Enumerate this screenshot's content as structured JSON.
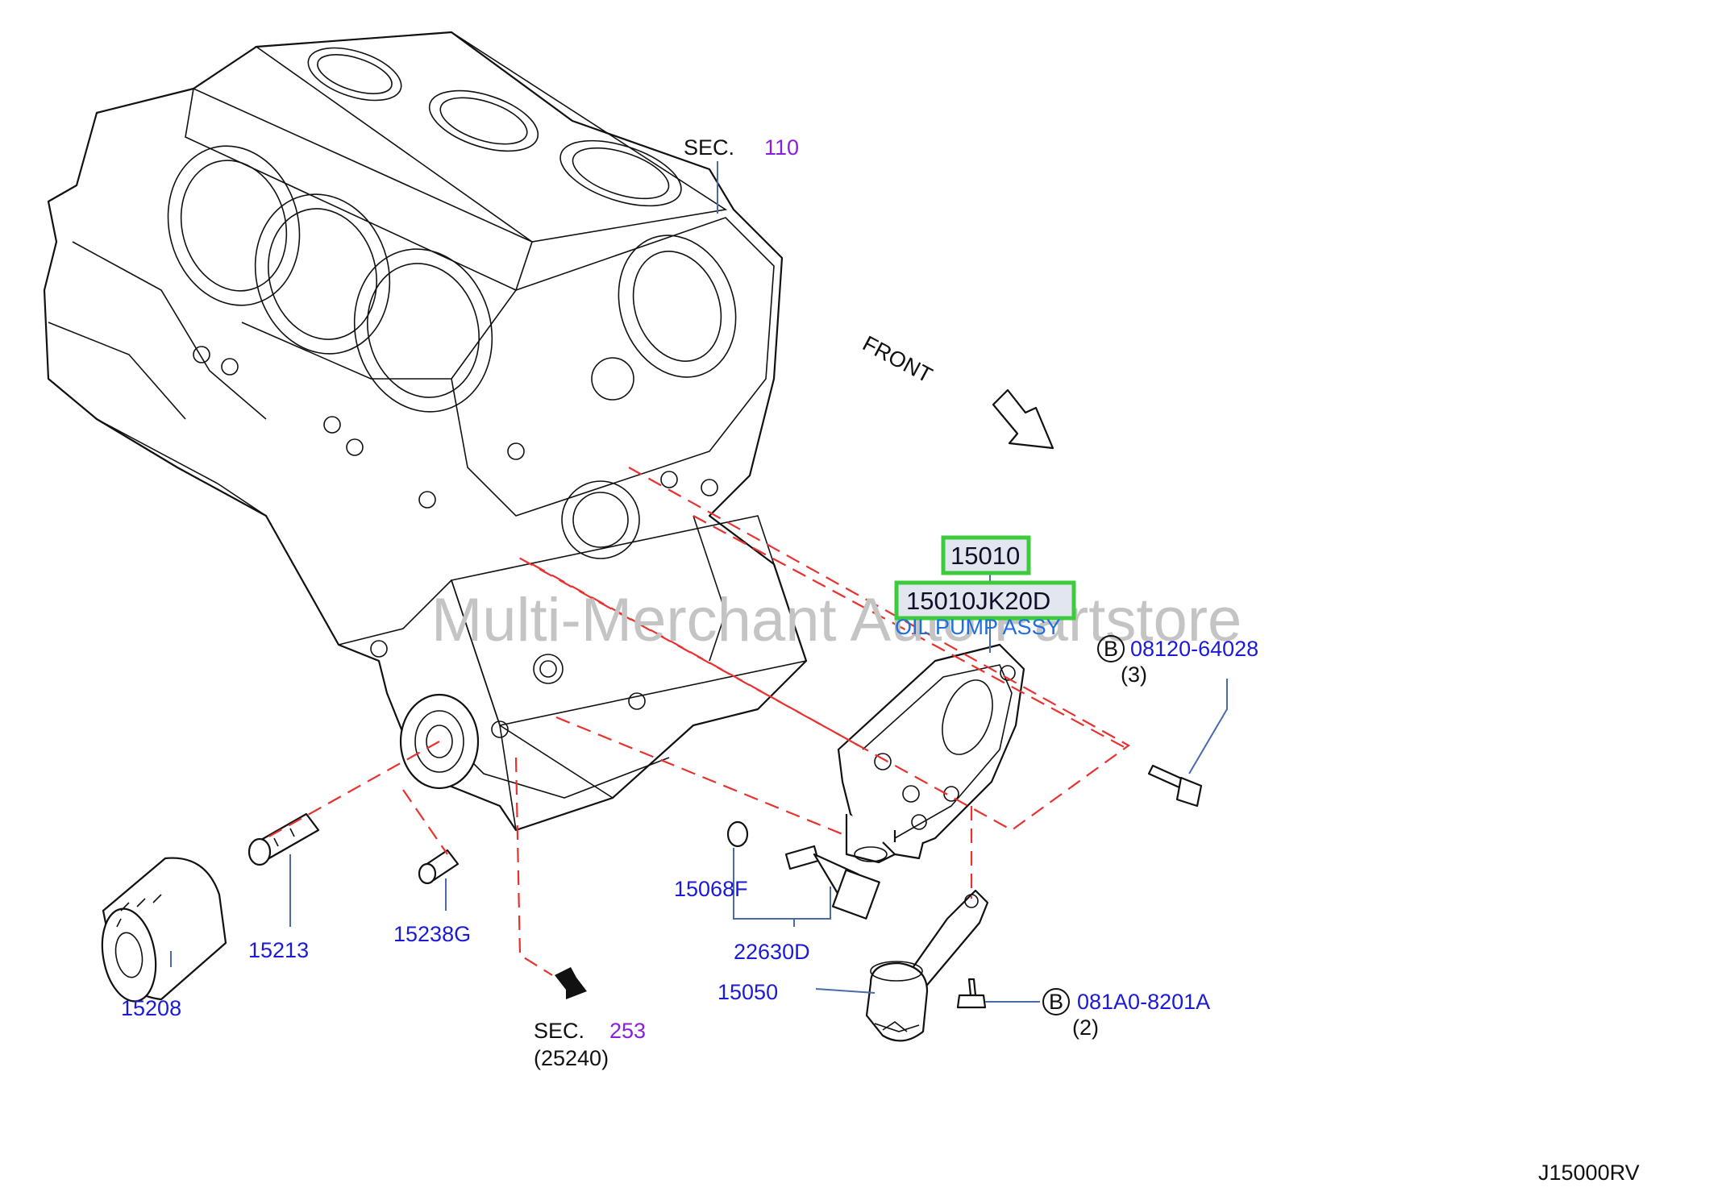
{
  "watermark": "Multi-Merchant Auto Partstore",
  "diagram_code": "J15000RV",
  "front_label": "FRONT",
  "sections": [
    {
      "prefix": "SEC.",
      "number": "110",
      "sub": ""
    },
    {
      "prefix": "SEC.",
      "number": "253",
      "sub": "(25240)"
    }
  ],
  "highlighted_parts": [
    {
      "number": "15010"
    },
    {
      "number": "15010JK20D"
    }
  ],
  "oil_pump_name": "OIL PUMP ASSY",
  "bolts": [
    {
      "circle": "B",
      "number": "08120-64028",
      "qty": "(3)"
    },
    {
      "circle": "B",
      "number": "081A0-8201A",
      "qty": "(2)"
    }
  ],
  "parts": [
    {
      "number": "15208"
    },
    {
      "number": "15213"
    },
    {
      "number": "15238G"
    },
    {
      "number": "15068F"
    },
    {
      "number": "22630D"
    },
    {
      "number": "15050"
    }
  ],
  "colors": {
    "highlight_border": "#3ccb3c",
    "part_number": "#1a1ad8",
    "section_number": "#8a1ee0",
    "hidden_line": "#e8322f"
  }
}
